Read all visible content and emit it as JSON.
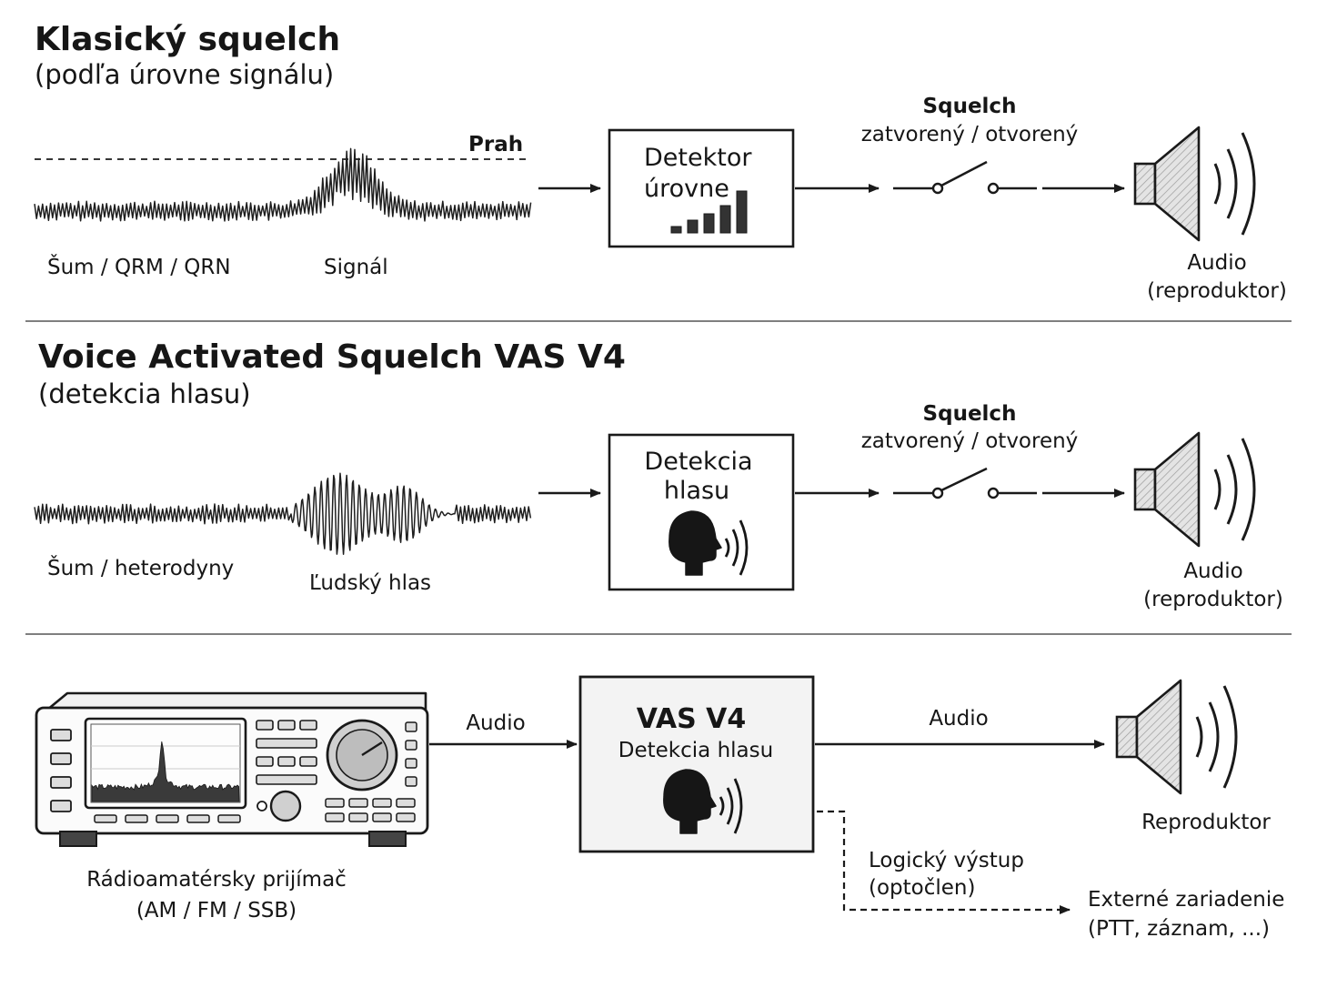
{
  "section1": {
    "title": "Klasický squelch",
    "subtitle": "(podľa úrovne signálu)",
    "threshold_label": "Prah",
    "noise_label": "Šum / QRM / QRN",
    "signal_label": "Signál",
    "detector_line1": "Detektor",
    "detector_line2": "úrovne",
    "level_bars": [
      0.15,
      0.3,
      0.45,
      0.65,
      1.0
    ],
    "squelch_label": "Squelch",
    "squelch_state": "zatvorený / otvorený",
    "audio_line1": "Audio",
    "audio_line2": "(reproduktor)"
  },
  "section2": {
    "title": "Voice Activated Squelch VAS V4",
    "subtitle": "(detekcia hlasu)",
    "noise_label": "Šum / heterodyny",
    "voice_label": "Ľudský hlas",
    "detector_line1": "Detekcia",
    "detector_line2": "hlasu",
    "squelch_label": "Squelch",
    "squelch_state": "zatvorený / otvorený",
    "audio_line1": "Audio",
    "audio_line2": "(reproduktor)"
  },
  "section3": {
    "receiver_line1": "Rádioamatérsky prijímač",
    "receiver_line2": "(AM / FM / SSB)",
    "audio_in_label": "Audio",
    "vas_title": "VAS V4",
    "vas_subtitle": "Detekcia hlasu",
    "audio_out_label": "Audio",
    "speaker_label": "Reproduktor",
    "logic_line1": "Logický výstup",
    "logic_line2": "(optočlen)",
    "external_line1": "Externé zariadenie",
    "external_line2": "(PTT, záznam, ...)"
  },
  "icons": [
    "speaker-icon",
    "switch-icon",
    "head-voice-icon",
    "radio-receiver-icon",
    "signal-bars-icon"
  ]
}
